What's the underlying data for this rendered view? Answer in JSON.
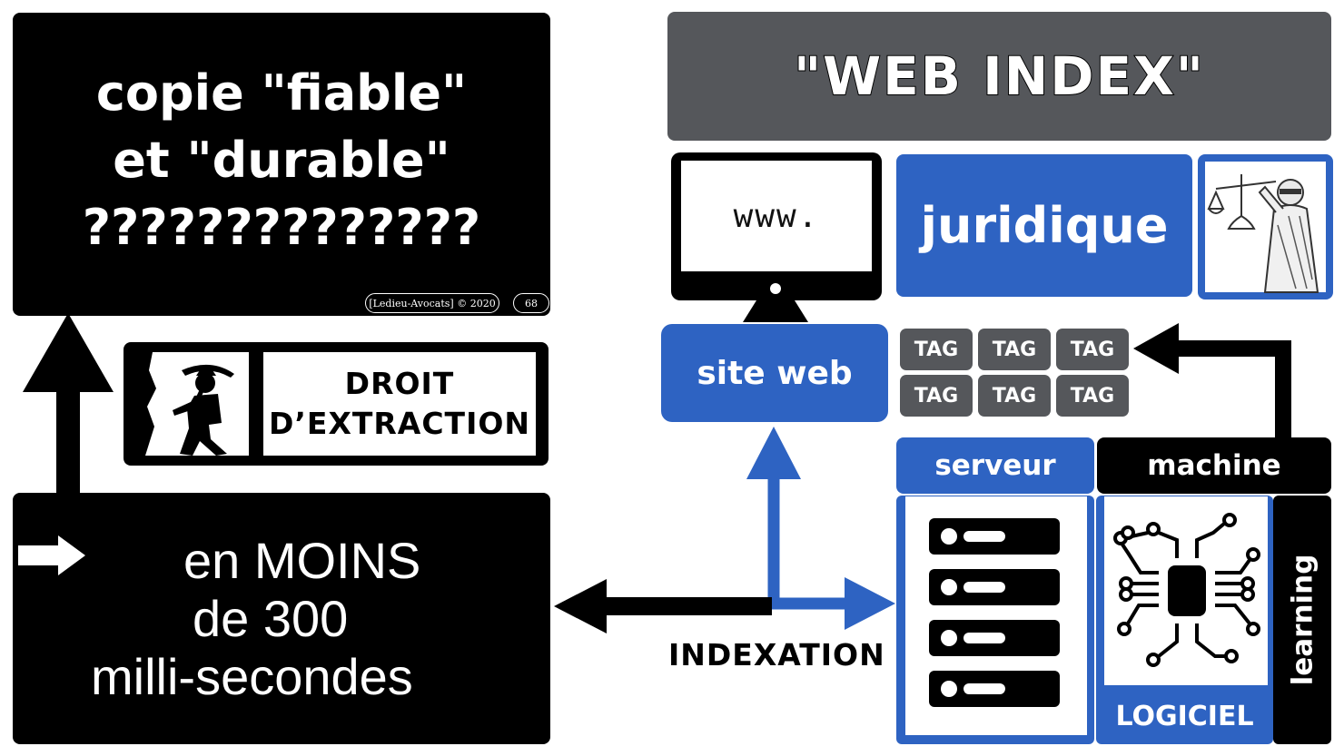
{
  "quote": {
    "line1": "copie \"fiable\"",
    "line2": "et \"durable\"",
    "line3": "??????????????",
    "credit": "[Ledieu-Avocats] © 2020",
    "page_number": "68"
  },
  "extraction": {
    "line1": "DROIT",
    "line2": "D’EXTRACTION"
  },
  "timing": {
    "line1": "en MOINS",
    "line2": "de 300",
    "line3": "milli-secondes"
  },
  "web_index": {
    "title": "\"WEB INDEX\""
  },
  "monitor": {
    "url_text": "www."
  },
  "juridique": {
    "label": "juridique"
  },
  "site_web": {
    "label": "site web"
  },
  "tags": [
    "TAG",
    "TAG",
    "TAG",
    "TAG",
    "TAG",
    "TAG"
  ],
  "serveur": {
    "label": "serveur"
  },
  "machine": {
    "label": "machine"
  },
  "logiciel": {
    "label": "LOGICIEL"
  },
  "learning": {
    "label": "learning"
  },
  "indexation": {
    "label": "INDEXATION"
  },
  "colors": {
    "blue": "#2e63c2",
    "grey": "#55575b",
    "black": "#000000"
  },
  "icons": [
    "miner-icon",
    "scales-of-justice-icon",
    "monitor-icon",
    "server-rack-icon",
    "circuit-chip-icon",
    "right-arrow-icon"
  ]
}
